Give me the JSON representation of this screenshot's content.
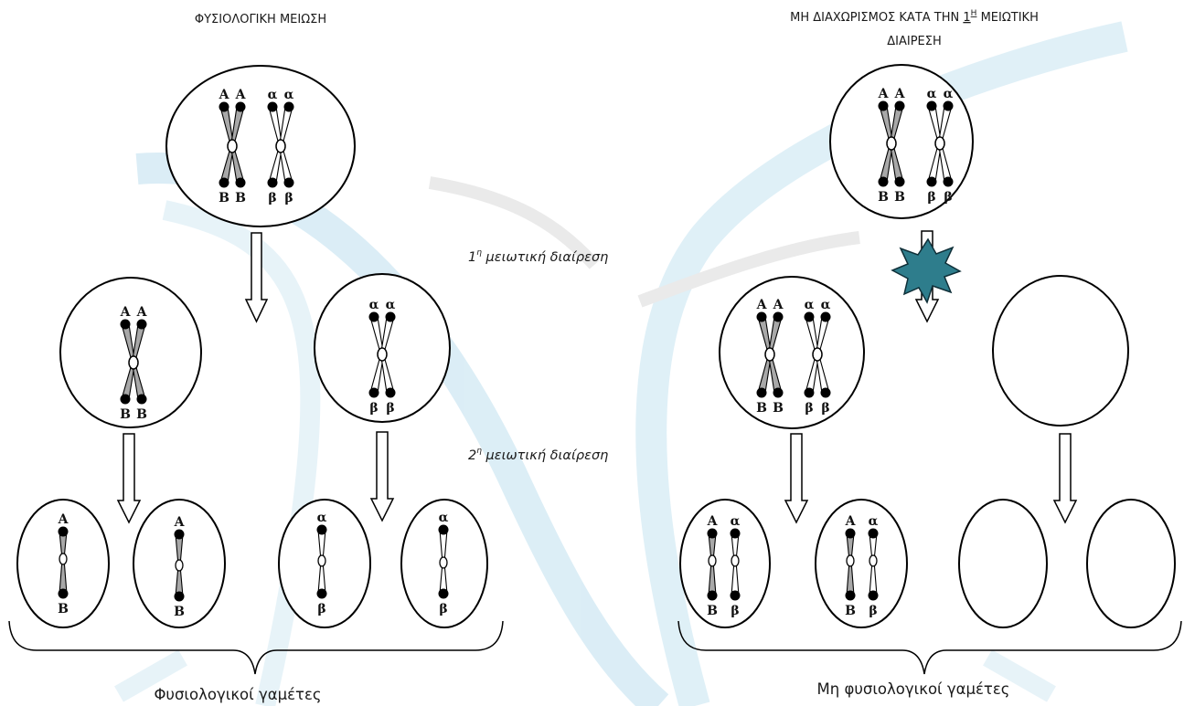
{
  "diagram": {
    "left_title": "ΦΥΣΙΟΛΟΓΙΚΗ ΜΕΙΩΣΗ",
    "right_title": {
      "line1_before": "ΜΗ ΔΙΑΧΩΡΙΣΜΟΣ ΚΑΤΑ ΤΗΝ ",
      "ordinal": "1",
      "ordinal_sup": "Η",
      "line1_after": " ΜΕΙΩΤΙΚΗ",
      "line2": "ΔΙΑΙΡΕΣΗ"
    },
    "division_1": {
      "num": "1",
      "sup": "η",
      "text": " μειωτική διαίρεση"
    },
    "division_2": {
      "num": "2",
      "sup": "η",
      "text": " μειωτική διαίρεση"
    },
    "left_caption": "Φυσιολογικοί γαμέτες",
    "right_caption": "Μη φυσιολογικοί γαμέτες",
    "alleles": {
      "A": "A",
      "B": "B",
      "a": "α",
      "b": "β"
    },
    "colors": {
      "dominant_fill": "#a8a8a8",
      "recessive_fill": "#ffffff",
      "nondisjunction_star": "#2e7d8c"
    }
  }
}
